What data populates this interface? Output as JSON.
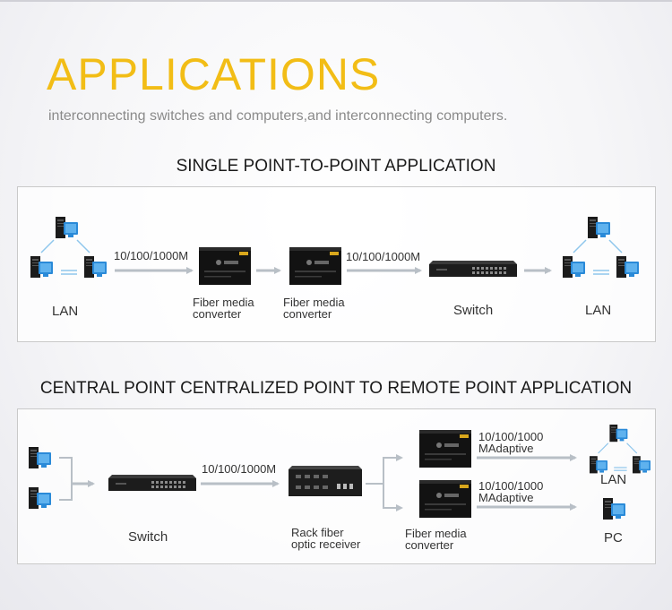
{
  "title": "APPLICATIONS",
  "subtitle": "interconnecting switches and computers,and interconnecting computers.",
  "section1": {
    "heading": "SINGLE POINT-TO-POINT APPLICATION",
    "link_left": "10/100/1000M",
    "link_right": "10/100/1000M",
    "lan_left": "LAN",
    "converter1": [
      "Fiber media",
      "converter"
    ],
    "converter2": [
      "Fiber media",
      "converter"
    ],
    "switch": "Switch",
    "lan_right": "LAN"
  },
  "section2": {
    "heading": "CENTRAL POINT CENTRALIZED POINT TO REMOTE POINT APPLICATION",
    "switch": "Switch",
    "link": "10/100/1000M",
    "rack": [
      "Rack fiber",
      "optic receiver"
    ],
    "converter": [
      "Fiber media",
      "converter"
    ],
    "link_top": [
      "10/100/1000",
      "MAdaptive"
    ],
    "link_bottom": [
      "10/100/1000",
      "MAdaptive"
    ],
    "lan": "LAN",
    "pc": "PC"
  },
  "colors": {
    "title": "#f2bd16",
    "arrow": "#b8bfc6",
    "monitor": "#2a8ad8",
    "tower": "#1b1b1b",
    "lan_link": "#8fc6ec"
  }
}
